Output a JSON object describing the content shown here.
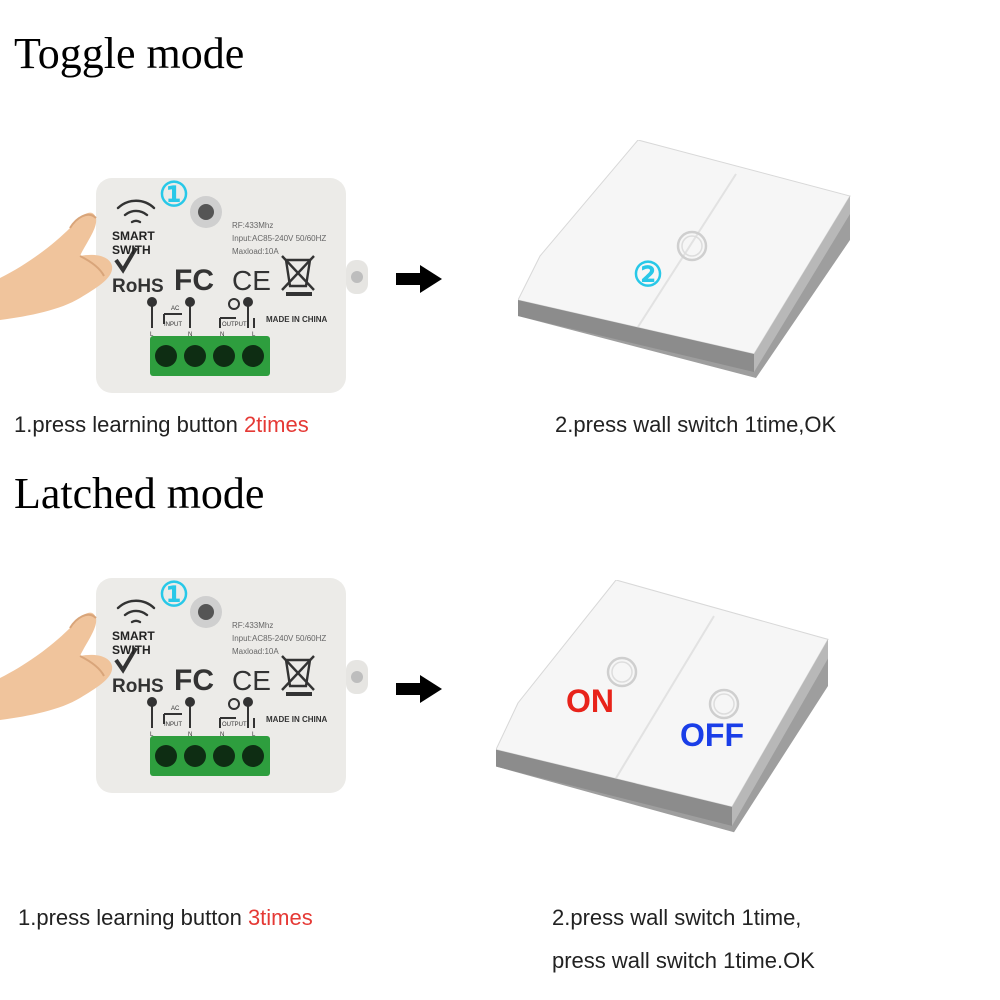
{
  "sections": [
    {
      "title": "Toggle mode",
      "module": {
        "step_marker": "①",
        "label_line1": "SMART",
        "label_line2": "SWITH",
        "spec_rf": "RF:433Mhz",
        "spec_input": "Input:AC85-240V 50/60HZ",
        "spec_maxload": "Maxload:10A",
        "cert_rohs": "RoHS",
        "cert_fc": "FC",
        "cert_ce": "CE",
        "made_in": "MADE IN CHINA",
        "terminal_ac": "AC",
        "terminal_input": "INPUT",
        "terminal_output": "OUTPUT",
        "terminal_l1": "L",
        "terminal_n1": "N",
        "terminal_n2": "N",
        "terminal_l2": "L"
      },
      "wall_switch": {
        "step_marker": "②"
      },
      "caption_left_prefix": "1.press learning button ",
      "caption_left_highlight": "2times",
      "caption_right_line1": "2.press wall switch 1time,OK"
    },
    {
      "title": "Latched mode",
      "module": {
        "step_marker": "①",
        "label_line1": "SMART",
        "label_line2": "SWITH",
        "spec_rf": "RF:433Mhz",
        "spec_input": "Input:AC85-240V 50/60HZ",
        "spec_maxload": "Maxload:10A",
        "cert_rohs": "RoHS",
        "cert_fc": "FC",
        "cert_ce": "CE",
        "made_in": "MADE IN CHINA",
        "terminal_ac": "AC",
        "terminal_input": "INPUT",
        "terminal_output": "OUTPUT",
        "terminal_l1": "L",
        "terminal_n1": "N",
        "terminal_n2": "N",
        "terminal_l2": "L"
      },
      "wall_switch": {
        "on_label": "ON",
        "off_label": "OFF"
      },
      "caption_left_prefix": "1.press learning button ",
      "caption_left_highlight": "3times",
      "caption_right_line1": "2.press wall switch 1time,",
      "caption_right_line2": "press wall switch 1time.OK"
    }
  ],
  "colors": {
    "step_marker": "#28c8e8",
    "highlight": "#e53935",
    "on": "#e8231a",
    "off": "#1a3ee8",
    "terminal_block": "#2e9e3e"
  }
}
